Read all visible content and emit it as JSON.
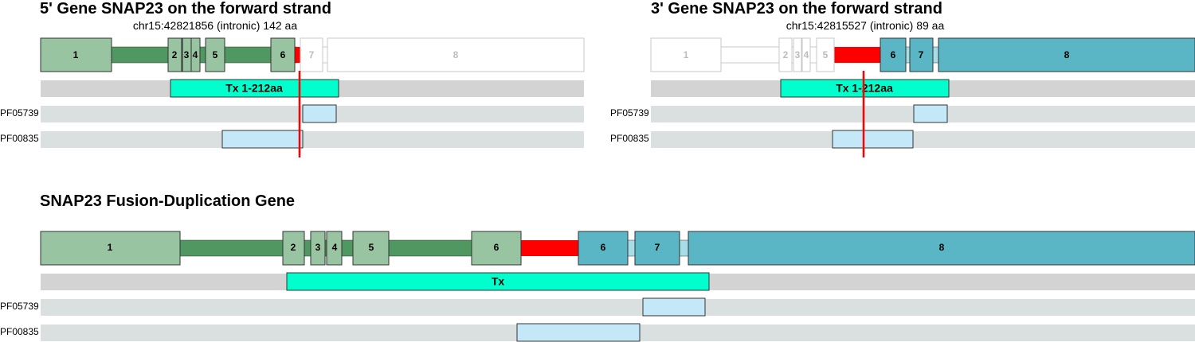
{
  "panel5": {
    "title": "5' Gene SNAP23 on the forward strand",
    "subtitle": "chr15:42821856 (intronic) 142 aa",
    "exon_labels": [
      "1",
      "2",
      "3",
      "4",
      "5",
      "6",
      "7",
      "8"
    ],
    "tx_label": "Tx 1-212aa",
    "domains": [
      "PF05739",
      "PF00835"
    ]
  },
  "panel3": {
    "title": "3' Gene SNAP23 on the forward strand",
    "subtitle": "chr15:42815527 (intronic) 89 aa",
    "exon_labels": [
      "1",
      "2",
      "3",
      "4",
      "5",
      "6",
      "7",
      "8"
    ],
    "tx_label": "Tx 1-212aa",
    "domains": [
      "PF05739",
      "PF00835"
    ]
  },
  "fusion": {
    "title": "SNAP23 Fusion-Duplication Gene",
    "exon_labels": [
      "1",
      "2",
      "3",
      "4",
      "5",
      "6",
      "6",
      "7",
      "8"
    ],
    "tx_label": "Tx",
    "domains": [
      "PF05739",
      "PF00835"
    ]
  },
  "colors": {
    "exon5": "#99c4a2",
    "intron5": "#4f9862",
    "exon3": "#5ab6c4",
    "intron3": "#a7dde6",
    "breakpoint": "#ff0000",
    "tx": "#00ffcc",
    "domain": "#c4e8f8",
    "track_bg": "#dadfdf",
    "tx_track_bg": "#d3d3d3",
    "faded_stroke": "#c8c8c8"
  }
}
